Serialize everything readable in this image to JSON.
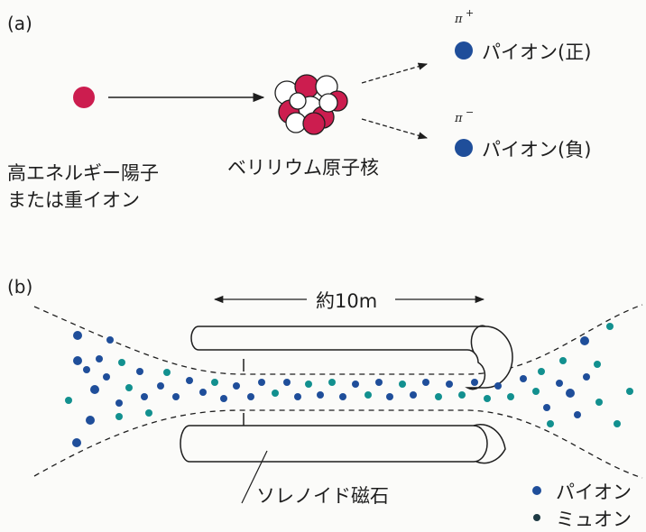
{
  "panel_a": {
    "label": "(a)",
    "source_label_line1": "高エネルギー陽子",
    "source_label_line2": "または重イオン",
    "target_label": "ベリリウム原子核",
    "pi_plus_symbol": "π",
    "pi_plus_sign": "+",
    "pi_plus_label": "パイオン(正)",
    "pi_minus_symbol": "π",
    "pi_minus_sign": "−",
    "pi_minus_label": "パイオン(負)"
  },
  "panel_b": {
    "label": "(b)",
    "length_label": "約10m",
    "magnet_label": "ソレノイド磁石",
    "legend": [
      {
        "label": "パイオン",
        "color": "#1f4e9a"
      },
      {
        "label": "ミュオン",
        "color": "#12908f"
      }
    ]
  },
  "colors": {
    "proton": "#cc1d4f",
    "pion": "#1f4e9a",
    "muon": "#12908f",
    "ink": "#1e1e1e"
  }
}
